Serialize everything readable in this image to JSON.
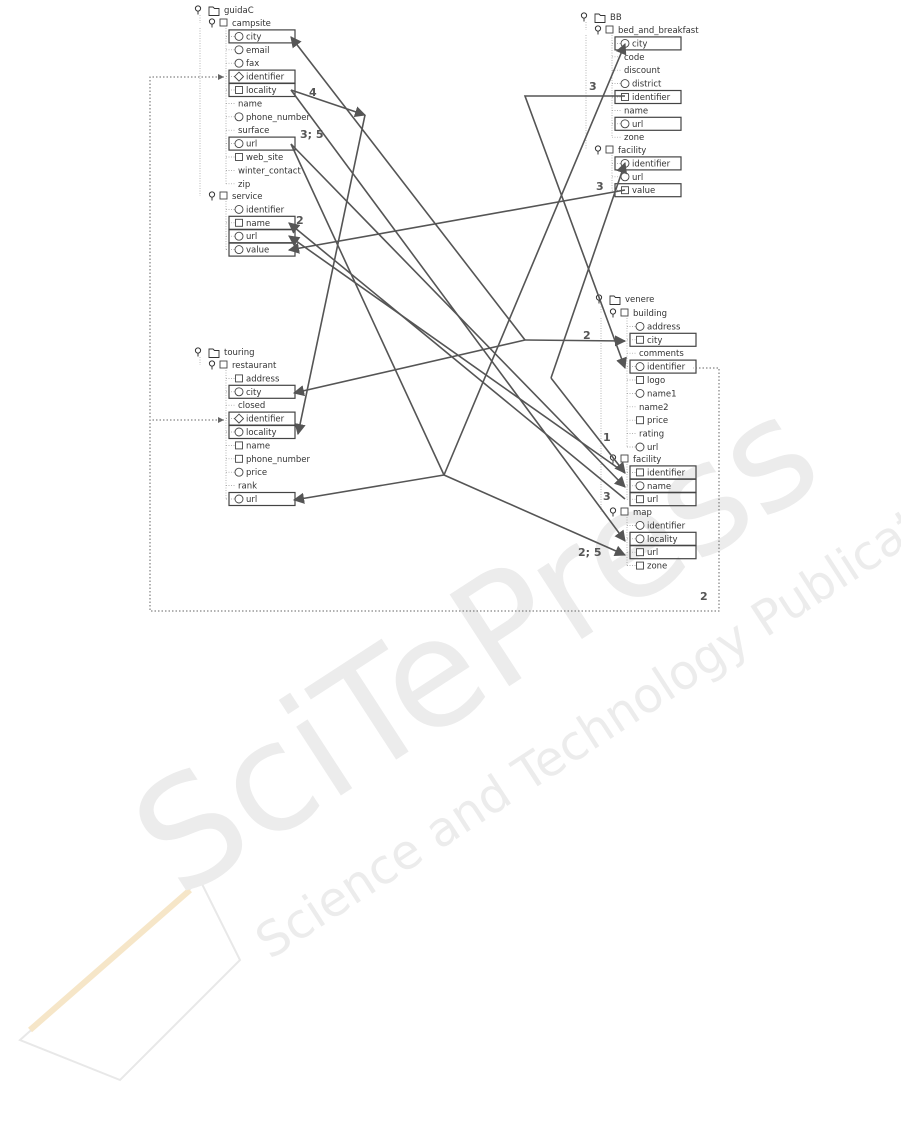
{
  "trees": [
    {
      "root": "guidaC",
      "groups": [
        {
          "name": "campsite",
          "fields": [
            {
              "label": "city",
              "icon": "circle",
              "boxed": true
            },
            {
              "label": "email",
              "icon": "circle",
              "boxed": false
            },
            {
              "label": "fax",
              "icon": "circle",
              "boxed": false
            },
            {
              "label": "identifier",
              "icon": "diamond",
              "boxed": true
            },
            {
              "label": "locality",
              "icon": "square",
              "boxed": true
            },
            {
              "label": "name",
              "icon": "none",
              "boxed": false
            },
            {
              "label": "phone_number",
              "icon": "circle",
              "boxed": false
            },
            {
              "label": "surface",
              "icon": "none",
              "boxed": false
            },
            {
              "label": "url",
              "icon": "circle",
              "boxed": true
            },
            {
              "label": "web_site",
              "icon": "square",
              "boxed": false
            },
            {
              "label": "winter_contact",
              "icon": "none",
              "boxed": false
            },
            {
              "label": "zip",
              "icon": "none",
              "boxed": false
            }
          ]
        },
        {
          "name": "service",
          "fields": [
            {
              "label": "identifier",
              "icon": "circle",
              "boxed": false
            },
            {
              "label": "name",
              "icon": "square",
              "boxed": true
            },
            {
              "label": "url",
              "icon": "circle",
              "boxed": true
            },
            {
              "label": "value",
              "icon": "circle",
              "boxed": true
            }
          ]
        }
      ]
    },
    {
      "root": "touring",
      "groups": [
        {
          "name": "restaurant",
          "fields": [
            {
              "label": "address",
              "icon": "square",
              "boxed": false
            },
            {
              "label": "city",
              "icon": "circle",
              "boxed": true
            },
            {
              "label": "closed",
              "icon": "none",
              "boxed": false
            },
            {
              "label": "identifier",
              "icon": "diamond",
              "boxed": true
            },
            {
              "label": "locality",
              "icon": "circle",
              "boxed": true
            },
            {
              "label": "name",
              "icon": "square",
              "boxed": false
            },
            {
              "label": "phone_number",
              "icon": "square",
              "boxed": false
            },
            {
              "label": "price",
              "icon": "circle",
              "boxed": false
            },
            {
              "label": "rank",
              "icon": "none",
              "boxed": false
            },
            {
              "label": "url",
              "icon": "circle",
              "boxed": true
            }
          ]
        }
      ]
    },
    {
      "root": "BB",
      "groups": [
        {
          "name": "bed_and_breakfast",
          "fields": [
            {
              "label": "city",
              "icon": "circle",
              "boxed": true
            },
            {
              "label": "code",
              "icon": "none",
              "boxed": false
            },
            {
              "label": "discount",
              "icon": "none",
              "boxed": false
            },
            {
              "label": "district",
              "icon": "circle",
              "boxed": false
            },
            {
              "label": "identifier",
              "icon": "square",
              "boxed": true
            },
            {
              "label": "name",
              "icon": "none",
              "boxed": false
            },
            {
              "label": "url",
              "icon": "circle",
              "boxed": true
            },
            {
              "label": "zone",
              "icon": "none",
              "boxed": false
            }
          ]
        },
        {
          "name": "facility",
          "fields": [
            {
              "label": "identifier",
              "icon": "circle",
              "boxed": true
            },
            {
              "label": "url",
              "icon": "circle",
              "boxed": false
            },
            {
              "label": "value",
              "icon": "square",
              "boxed": true
            }
          ]
        }
      ]
    },
    {
      "root": "venere",
      "groups": [
        {
          "name": "building",
          "fields": [
            {
              "label": "address",
              "icon": "circle",
              "boxed": false
            },
            {
              "label": "city",
              "icon": "square",
              "boxed": true
            },
            {
              "label": "comments",
              "icon": "none",
              "boxed": false
            },
            {
              "label": "identifier",
              "icon": "circle",
              "boxed": true
            },
            {
              "label": "logo",
              "icon": "square",
              "boxed": false
            },
            {
              "label": "name1",
              "icon": "circle",
              "boxed": false
            },
            {
              "label": "name2",
              "icon": "none",
              "boxed": false
            },
            {
              "label": "price",
              "icon": "square",
              "boxed": false
            },
            {
              "label": "rating",
              "icon": "none",
              "boxed": false
            },
            {
              "label": "url",
              "icon": "circle",
              "boxed": false
            }
          ]
        },
        {
          "name": "facility",
          "fields": [
            {
              "label": "identifier",
              "icon": "square",
              "boxed": true
            },
            {
              "label": "name",
              "icon": "circle",
              "boxed": true
            },
            {
              "label": "url",
              "icon": "square",
              "boxed": true
            }
          ]
        },
        {
          "name": "map",
          "fields": [
            {
              "label": "identifier",
              "icon": "circle",
              "boxed": false
            },
            {
              "label": "locality",
              "icon": "circle",
              "boxed": true
            },
            {
              "label": "url",
              "icon": "square",
              "boxed": true
            },
            {
              "label": "zone",
              "icon": "square",
              "boxed": false
            }
          ]
        }
      ]
    }
  ],
  "annotations": [
    "4",
    "3; 5",
    "2",
    "3",
    "3",
    "2",
    "1",
    "3",
    "2; 5",
    "2"
  ],
  "watermark": {
    "title": "SciTePress",
    "subtitle": "Science and Technology Publications"
  }
}
